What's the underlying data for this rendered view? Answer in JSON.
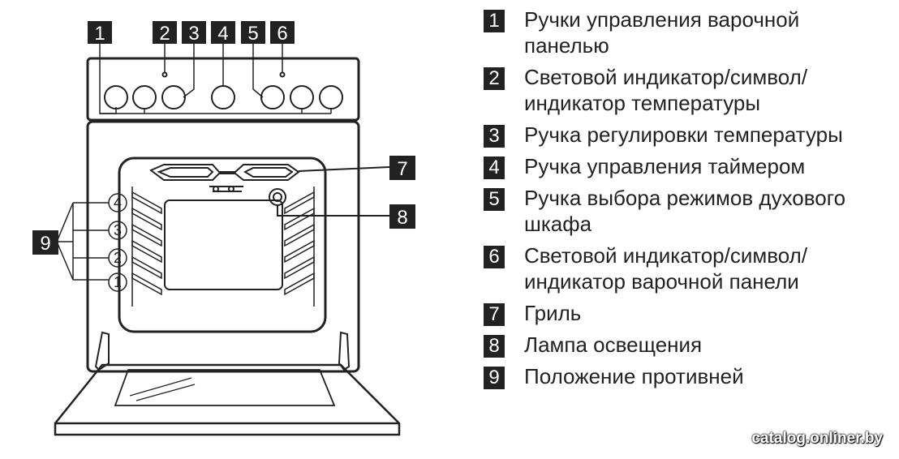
{
  "callouts": [
    "1",
    "2",
    "3",
    "4",
    "5",
    "6",
    "7",
    "8",
    "9"
  ],
  "shelves": [
    "4",
    "3",
    "2",
    "1"
  ],
  "legend": [
    {
      "num": "1",
      "text": "Ручки управления варочной панелью"
    },
    {
      "num": "2",
      "text": "Световой индикатор/символ/ индикатор температуры"
    },
    {
      "num": "3",
      "text": "Ручка регулировки температуры"
    },
    {
      "num": "4",
      "text": "Ручка управления таймером"
    },
    {
      "num": "5",
      "text": "Ручка выбора режимов духового шкафа"
    },
    {
      "num": "6",
      "text": "Световой индикатор/символ/ индикатор варочной панели"
    },
    {
      "num": "7",
      "text": "Гриль"
    },
    {
      "num": "8",
      "text": "Лампа освещения"
    },
    {
      "num": "9",
      "text": "Положение противней"
    }
  ],
  "watermark": "catalog.onliner.by",
  "colors": {
    "ink": "#222222",
    "background": "#ffffff"
  }
}
